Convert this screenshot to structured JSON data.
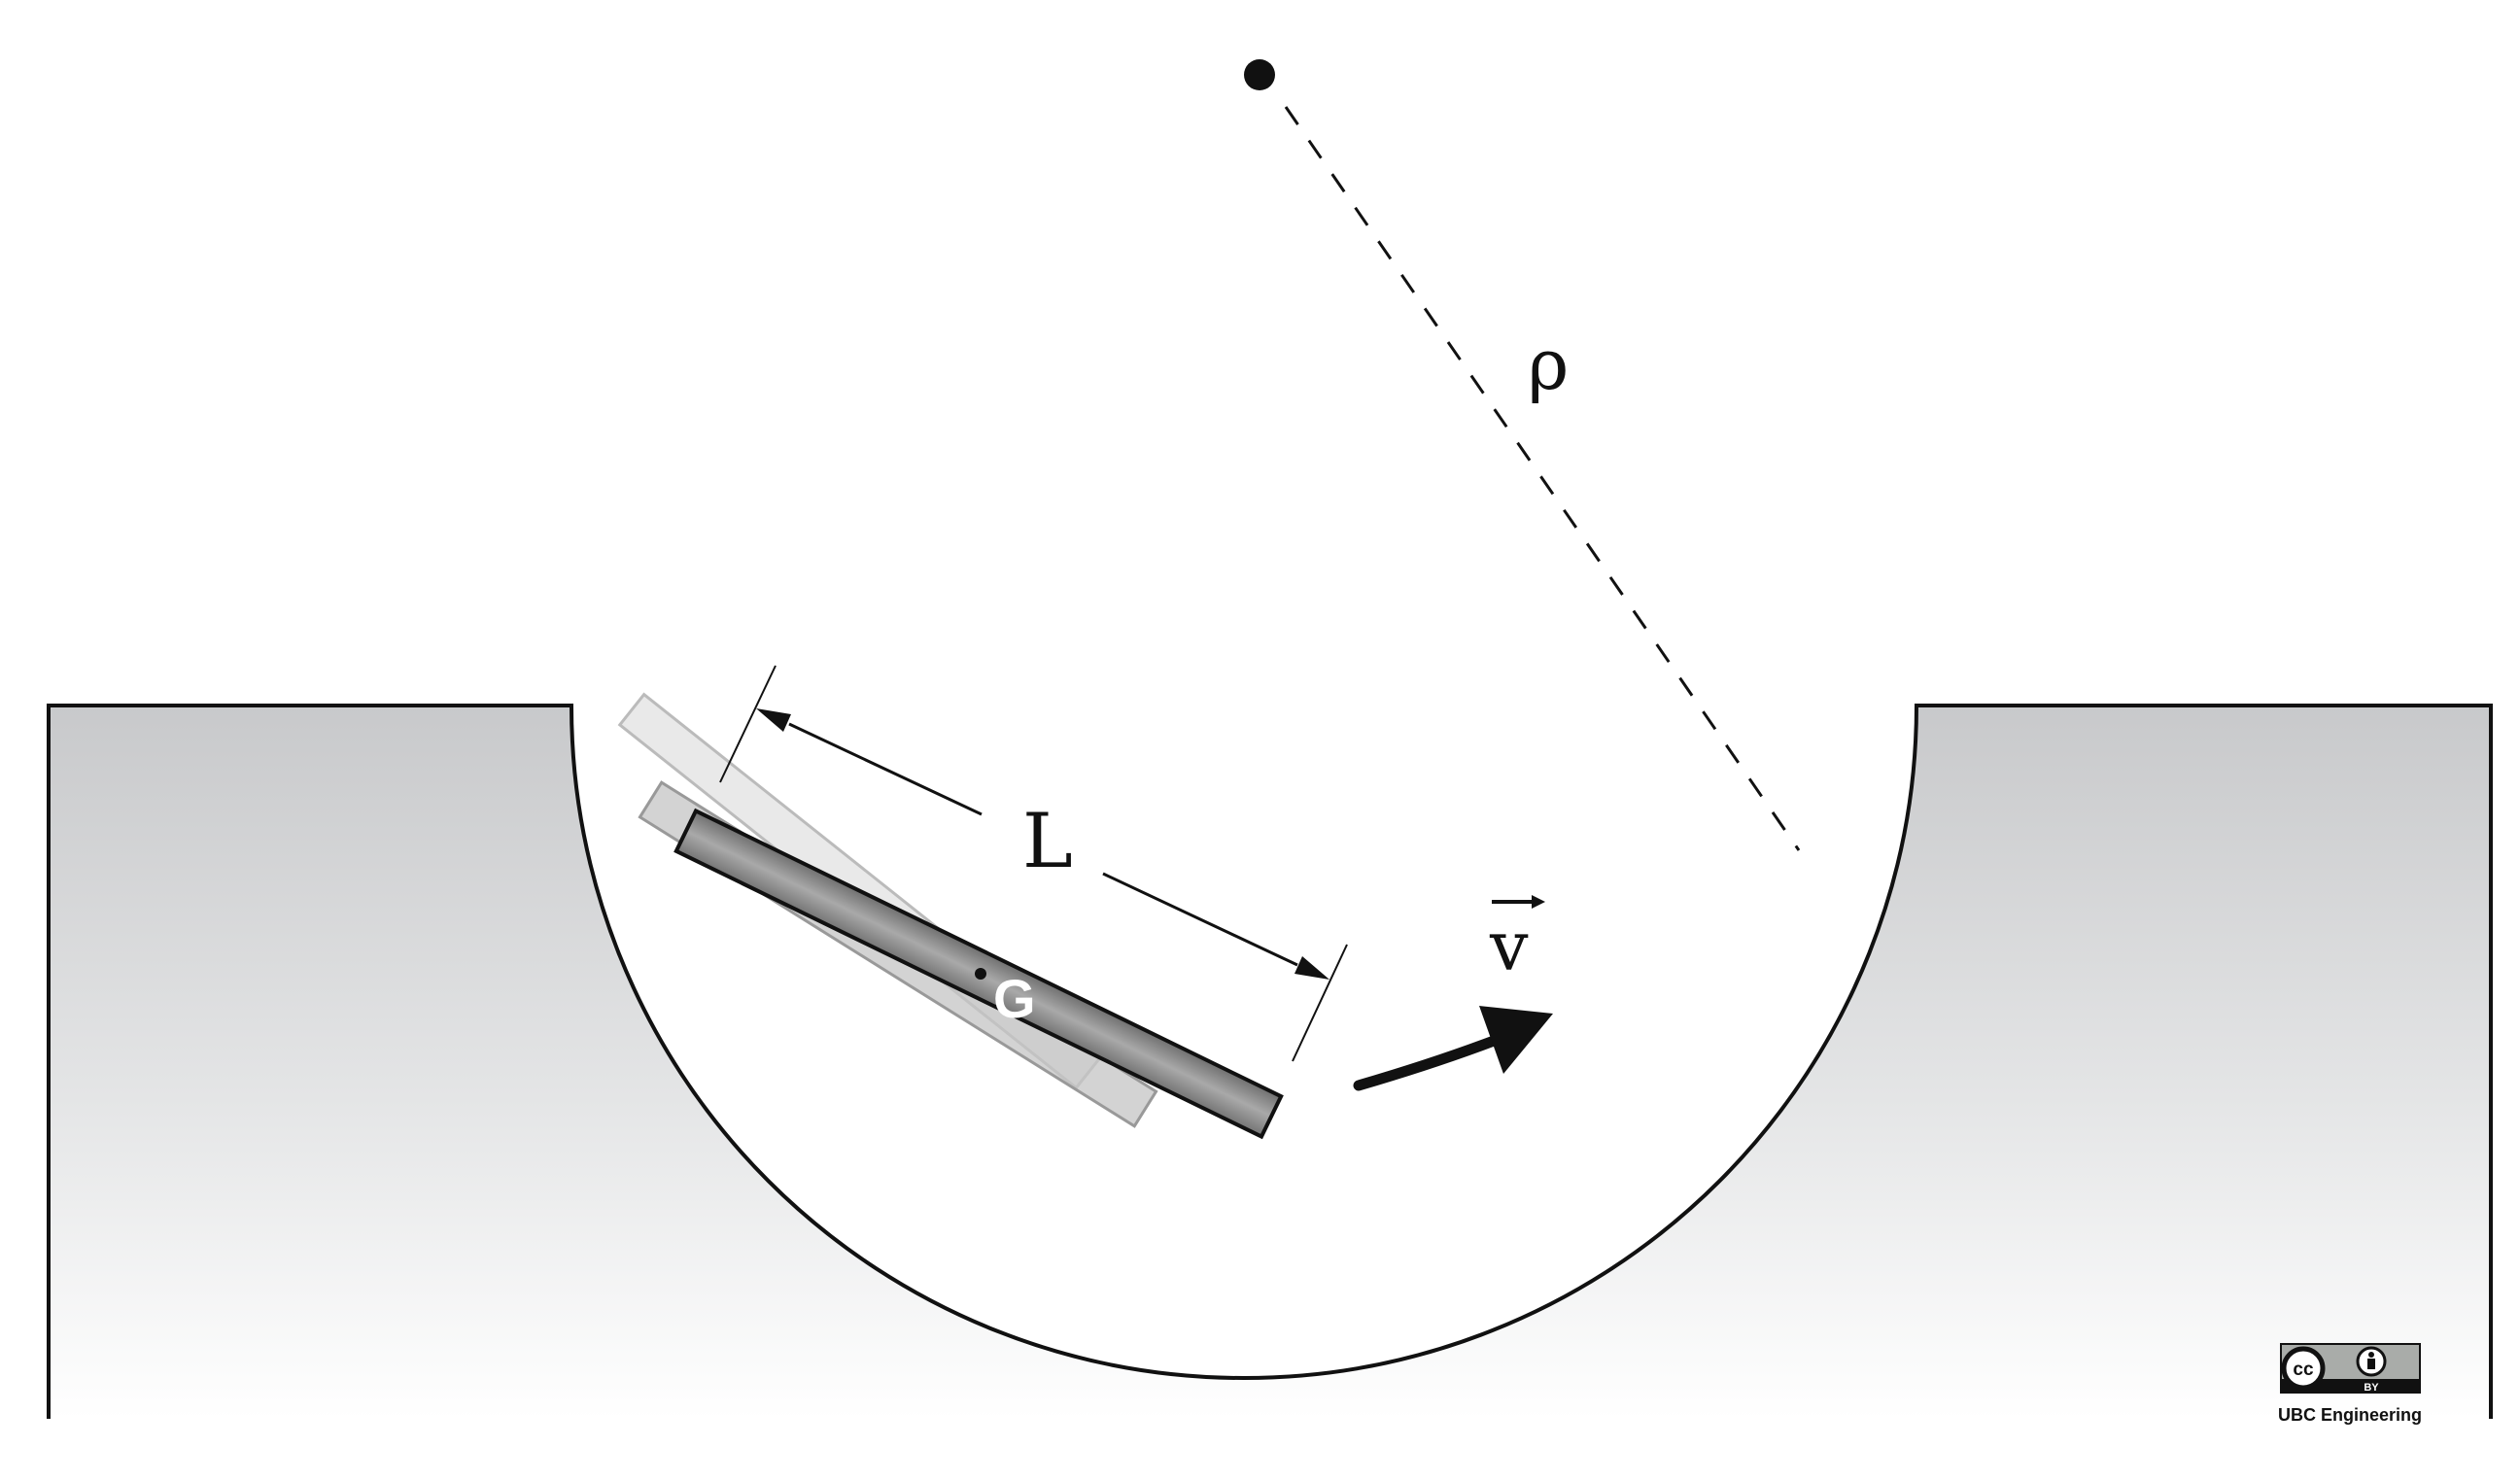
{
  "diagram": {
    "labels": {
      "length": "L",
      "radius": "ρ",
      "velocity": "v",
      "center_of_mass": "G"
    },
    "license": {
      "cc_text": "cc",
      "by_text": "BY",
      "credit": "UBC Engineering"
    },
    "colors": {
      "ground_top": "#c9cacc",
      "ground_bottom": "#ffffff",
      "bar_fill": "#8a8a8a",
      "stroke": "#111111"
    }
  }
}
